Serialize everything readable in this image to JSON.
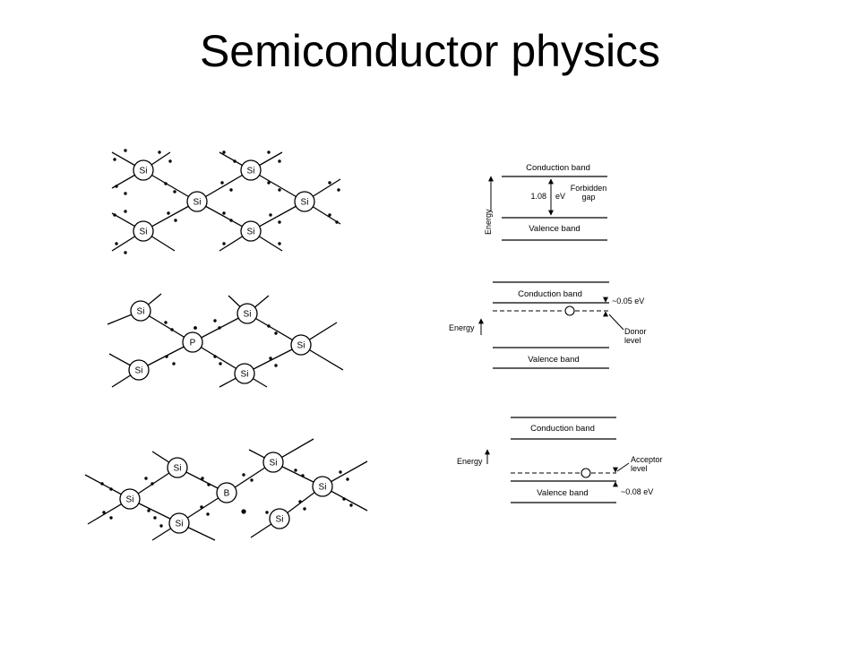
{
  "title": "Semiconductor physics",
  "lattices": {
    "intrinsic": {
      "atoms": [
        "Si",
        "Si",
        "Si",
        "Si",
        "Si",
        "Si"
      ]
    },
    "n_type": {
      "atoms": [
        "Si",
        "Si",
        "P",
        "Si",
        "Si",
        "Si"
      ]
    },
    "p_type": {
      "atoms": [
        "Si",
        "Si",
        "Si",
        "B",
        "Si",
        "Si",
        "Si"
      ]
    }
  },
  "band_diagrams": {
    "intrinsic": {
      "conduction_label": "Conduction band",
      "valence_label": "Valence band",
      "gap_value": "1.08",
      "gap_unit": "eV",
      "gap_label_line1": "Forbidden",
      "gap_label_line2": "gap",
      "energy_label": "Energy"
    },
    "donor": {
      "conduction_label": "Conduction band",
      "valence_label": "Valence band",
      "energy_label": "Energy",
      "offset_label": "~0.05 eV",
      "level_label_line1": "Donor",
      "level_label_line2": "level"
    },
    "acceptor": {
      "conduction_label": "Conduction band",
      "valence_label": "Valence band",
      "energy_label": "Energy",
      "offset_label": "~0.08 eV",
      "level_label_line1": "Acceptor",
      "level_label_line2": "level"
    }
  }
}
